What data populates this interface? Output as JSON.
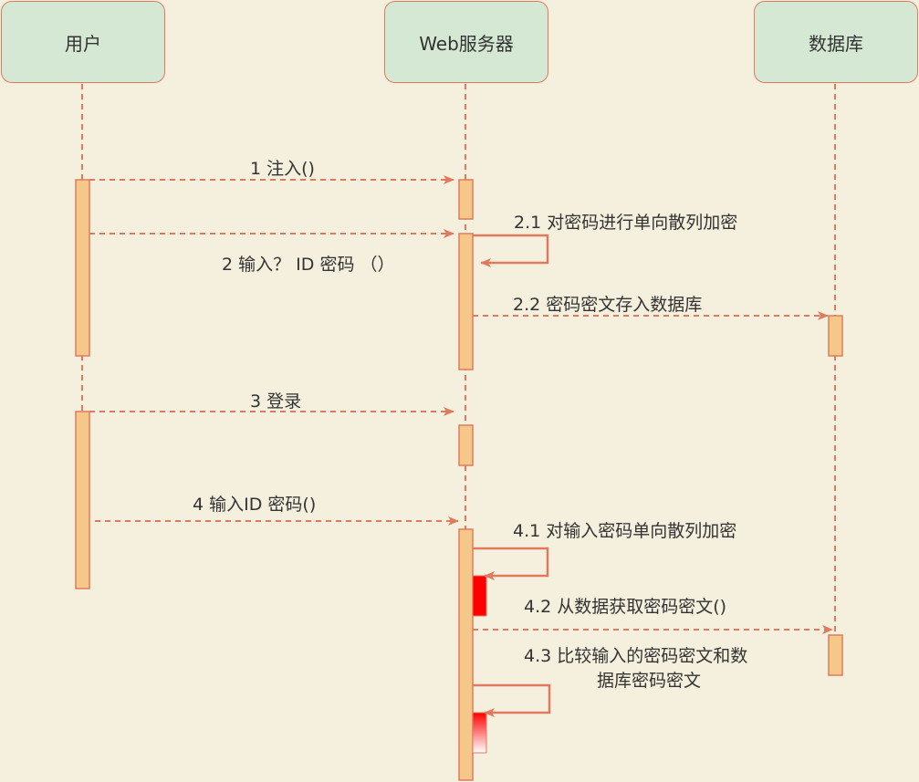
{
  "participants": {
    "user": "用户",
    "web": "Web服务器",
    "db": "数据库"
  },
  "messages": {
    "m1": "1 注入()",
    "m21": "2.1 对密码进行单向散列加密",
    "m2": "2 输入？ ID 密码 （）",
    "m22": "2.2 密码密文存入数据库",
    "m3": "3 登录",
    "m4": "4 输入ID 密码()",
    "m41": "4.1 对输入密码单向散列加密",
    "m42": "4.2 从数据获取密码密文()",
    "m43_line1": "4.3 比较输入的密码密文和数",
    "m43_line2": "据库密码密文"
  },
  "colors": {
    "background": "#f4f0dd",
    "participant_fill": "#d5e8d4",
    "stroke": "#e07a5f",
    "activation_fill": "#f5c88a",
    "highlight": "#ff0000"
  }
}
